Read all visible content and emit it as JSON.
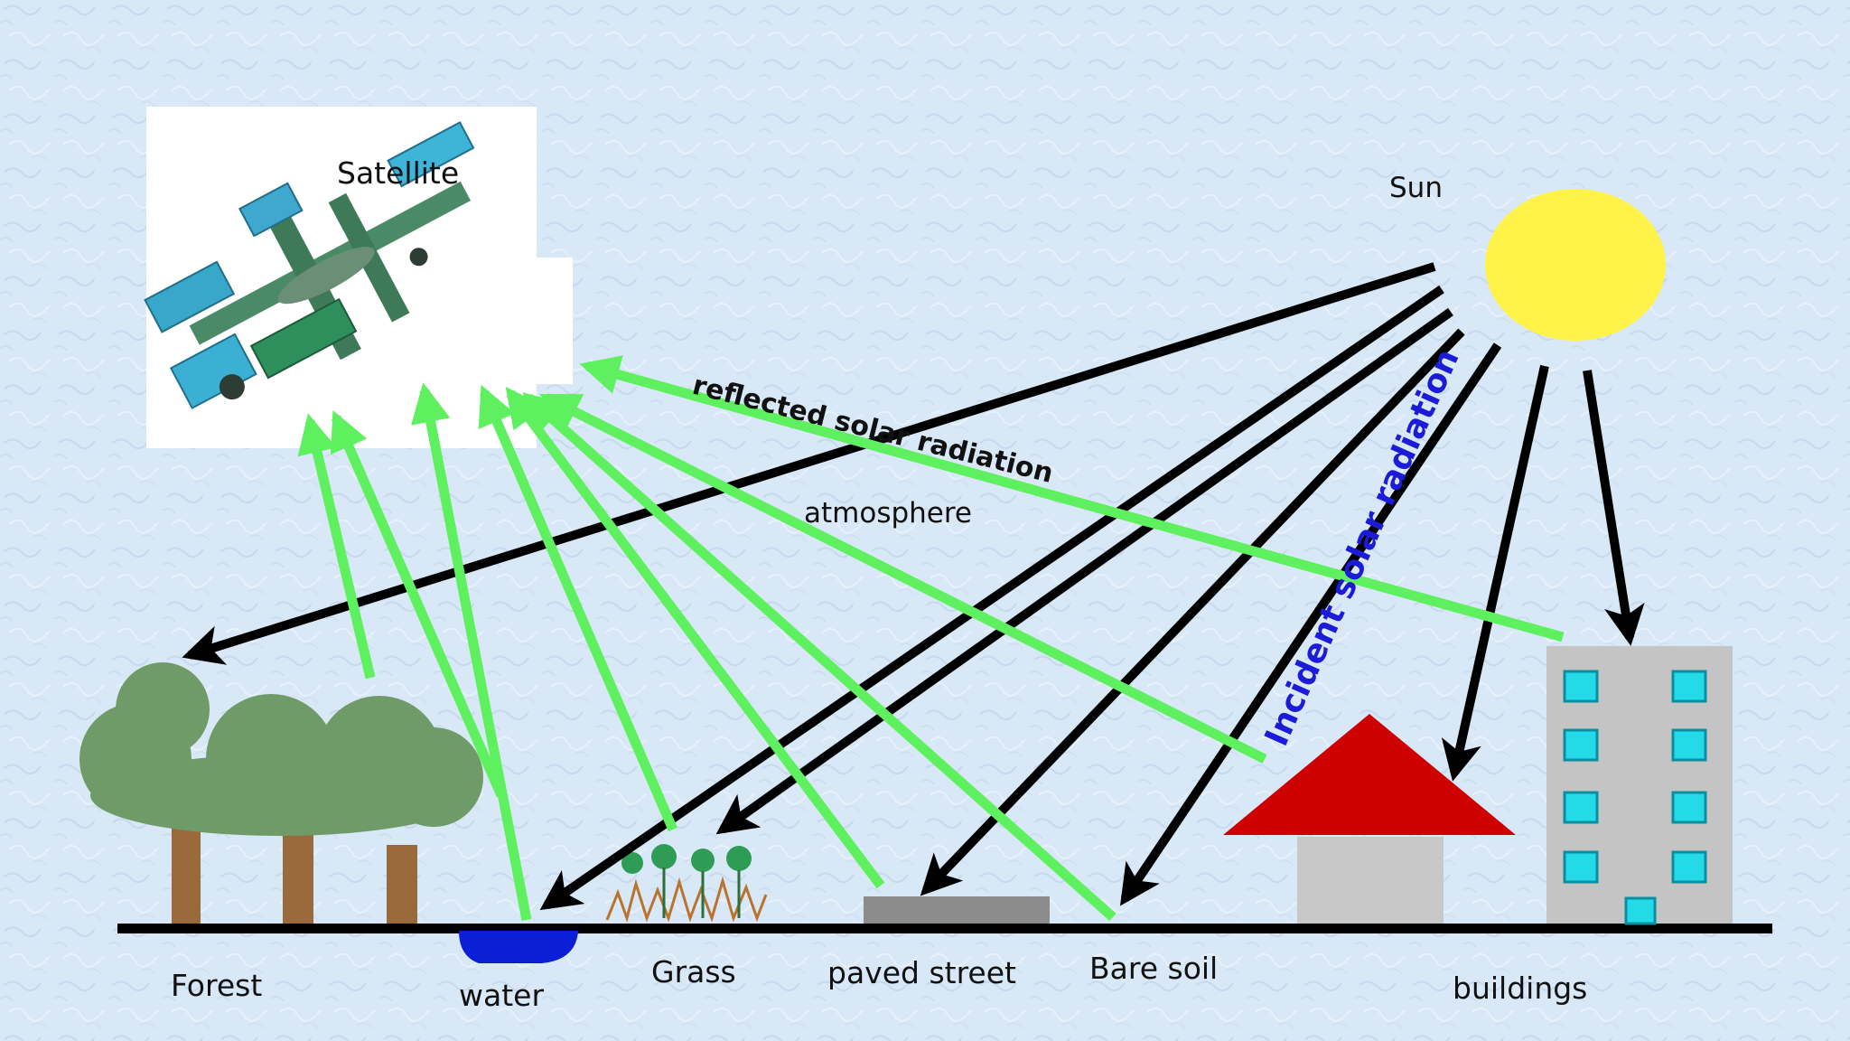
{
  "labels": {
    "satellite": "Satellite",
    "sun": "Sun",
    "reflected": "reflected solar radiation",
    "atmosphere": "atmosphere",
    "incident": "Incident solar radiation",
    "forest": "Forest",
    "water": "water",
    "grass": "Grass",
    "paved": "paved street",
    "bare_soil": "Bare soil",
    "buildings": "buildings"
  },
  "colors": {
    "background": "#d9e8f6",
    "incident_arrow": "#000000",
    "reflected_arrow": "#5ef05e",
    "sun": "#fff34a",
    "tree_canopy": "#6e9b68",
    "tree_trunk": "#9b6a3c",
    "water": "#0b1fd6",
    "road": "#8c8c8c",
    "roof": "#cf0000",
    "house_wall": "#c8c8c8",
    "building_wall": "#c4c4c4",
    "window": "#24d9e8",
    "incident_text": "#1c1cd8"
  }
}
